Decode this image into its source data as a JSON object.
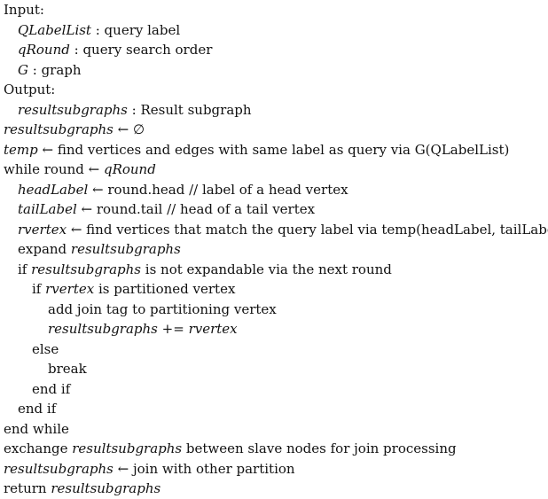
{
  "lines": [
    {
      "indent": 0,
      "segments": [
        {
          "t": "Input:",
          "i": false
        }
      ]
    },
    {
      "indent": 1,
      "segments": [
        {
          "t": "QLabelList",
          "i": true
        },
        {
          "t": " : query label",
          "i": false
        }
      ]
    },
    {
      "indent": 1,
      "segments": [
        {
          "t": "qRound",
          "i": true
        },
        {
          "t": " : query search order",
          "i": false
        }
      ]
    },
    {
      "indent": 1,
      "segments": [
        {
          "t": "G",
          "i": true
        },
        {
          "t": " : graph",
          "i": false
        }
      ]
    },
    {
      "indent": 0,
      "segments": [
        {
          "t": "Output:",
          "i": false
        }
      ]
    },
    {
      "indent": 1,
      "segments": [
        {
          "t": "resultsubgraphs",
          "i": true
        },
        {
          "t": " : Result subgraph",
          "i": false
        }
      ]
    },
    {
      "indent": 0,
      "segments": [
        {
          "t": "resultsubgraphs",
          "i": true
        },
        {
          "t": " ← ∅",
          "i": false
        }
      ]
    },
    {
      "indent": 0,
      "segments": [
        {
          "t": "temp",
          "i": true
        },
        {
          "t": " ← find vertices and edges with same label as query via G(QLabelList)",
          "i": false
        }
      ]
    },
    {
      "indent": 0,
      "segments": [
        {
          "t": "while round ← ",
          "i": false
        },
        {
          "t": "qRound",
          "i": true
        }
      ]
    },
    {
      "indent": 1,
      "segments": [
        {
          "t": "headLabel",
          "i": true
        },
        {
          "t": " ← round.head // label of a head vertex",
          "i": false
        }
      ]
    },
    {
      "indent": 1,
      "segments": [
        {
          "t": "tailLabel",
          "i": true
        },
        {
          "t": " ← round.tail // head of a tail vertex",
          "i": false
        }
      ]
    },
    {
      "indent": 1,
      "segments": [
        {
          "t": "rvertex",
          "i": true
        },
        {
          "t": " ← find vertices that match the query label via temp(headLabel, tailLabel)",
          "i": false
        }
      ]
    },
    {
      "indent": 1,
      "segments": [
        {
          "t": "expand ",
          "i": false
        },
        {
          "t": "resultsubgraphs",
          "i": true
        }
      ]
    },
    {
      "indent": 1,
      "segments": [
        {
          "t": "if ",
          "i": false
        },
        {
          "t": "resultsubgraphs",
          "i": true
        },
        {
          "t": " is not expandable via the next round",
          "i": false
        }
      ]
    },
    {
      "indent": 2,
      "segments": [
        {
          "t": "if ",
          "i": false
        },
        {
          "t": "rvertex",
          "i": true
        },
        {
          "t": " is partitioned vertex",
          "i": false
        }
      ]
    },
    {
      "indent": 3,
      "segments": [
        {
          "t": "add join tag to partitioning vertex",
          "i": false
        }
      ]
    },
    {
      "indent": 3,
      "segments": [
        {
          "t": "resultsubgraphs",
          "i": true
        },
        {
          "t": " += ",
          "i": false
        },
        {
          "t": "rvertex",
          "i": true
        }
      ]
    },
    {
      "indent": 2,
      "segments": [
        {
          "t": "else",
          "i": false
        }
      ]
    },
    {
      "indent": 3,
      "segments": [
        {
          "t": "break",
          "i": false
        }
      ]
    },
    {
      "indent": 2,
      "segments": [
        {
          "t": "end if",
          "i": false
        }
      ]
    },
    {
      "indent": 1,
      "segments": [
        {
          "t": "end if",
          "i": false
        }
      ]
    },
    {
      "indent": 0,
      "segments": [
        {
          "t": "end while",
          "i": false
        }
      ]
    },
    {
      "indent": 0,
      "segments": [
        {
          "t": "exchange ",
          "i": false
        },
        {
          "t": "resultsubgraphs",
          "i": true
        },
        {
          "t": " between slave nodes for join processing",
          "i": false
        }
      ]
    },
    {
      "indent": 0,
      "segments": [
        {
          "t": "resultsubgraphs",
          "i": true
        },
        {
          "t": " ← join with other partition",
          "i": false
        }
      ]
    },
    {
      "indent": 0,
      "segments": [
        {
          "t": "return ",
          "i": false
        },
        {
          "t": "resultsubgraphs",
          "i": true
        }
      ]
    }
  ]
}
